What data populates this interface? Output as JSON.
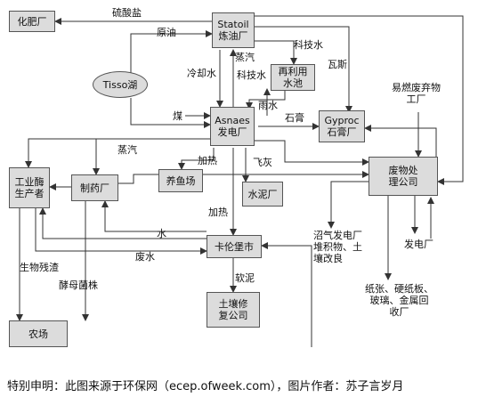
{
  "nodes": {
    "fertilizer": "化肥厂",
    "statoil": "Statoil\n炼油厂",
    "tisso": "Tisso湖",
    "reuse_pool": "再利用\n水池",
    "asnaes": "Asnaes\n发电厂",
    "gyproc": "Gyproc\n石膏厂",
    "hazwaste": "易燃废弃物\n工厂",
    "fish": "养鱼场",
    "cement": "水泥厂",
    "industrial_enzyme": "工业酶\n生产者",
    "pharma": "制药厂",
    "waste_plant": "废物处\n理公司",
    "kalundborg": "卡伦堡市",
    "soil": "土壤修\n复公司",
    "farm": "农场",
    "biogas": "沼气发电厂\n堆积物、土\n壤改良",
    "power_plant": "发电厂",
    "paper": "纸张、硬纸板、\n玻璃、金属回\n收厂"
  },
  "labels": {
    "sulfate": "硫酸盐",
    "crude": "原油",
    "tech_water_1": "科技水",
    "steam_1": "蒸汽",
    "cooling_water": "冷却水",
    "tech_water_2": "科技水",
    "gas": "瓦斯",
    "rain": "雨水",
    "coal": "煤",
    "gypsum": "石膏",
    "steam_2": "蒸汽",
    "heat_1": "加热",
    "flyash": "飞灰",
    "heat_2": "加热",
    "water": "水",
    "wastewater": "废水",
    "bio_residue": "生物残渣",
    "yeast": "酵母菌株",
    "sludge": "软泥"
  },
  "caption": "特别申明：此图来源于环保网（ecep.ofweek.com），图片作者：苏子言岁月"
}
